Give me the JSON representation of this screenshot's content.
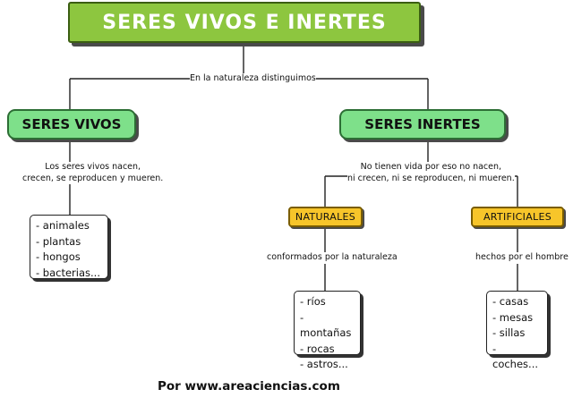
{
  "title": "SERES VIVOS E INERTES",
  "top_link": "En la naturaleza distinguimos",
  "vivos": {
    "label": "SERES VIVOS",
    "link_line1": "Los seres vivos nacen,",
    "link_line2": "crecen, se reproducen y mueren.",
    "items": [
      "- animales",
      "- plantas",
      "- hongos",
      "- bacterias..."
    ]
  },
  "inertes": {
    "label": "SERES INERTES",
    "link_line1": "No tienen vida por eso no nacen,",
    "link_line2": "ni crecen, ni se reproducen, ni mueren."
  },
  "naturales": {
    "label": "NATURALES",
    "link": "conformados por la naturaleza",
    "items": [
      "- ríos",
      "- montañas",
      "- rocas",
      "- astros..."
    ]
  },
  "artificiales": {
    "label": "ARTIFICIALES",
    "link": "hechos por el hombre",
    "items": [
      "- casas",
      "- mesas",
      "- sillas",
      "- coches..."
    ]
  },
  "footer": "Por www.areaciencias.com"
}
